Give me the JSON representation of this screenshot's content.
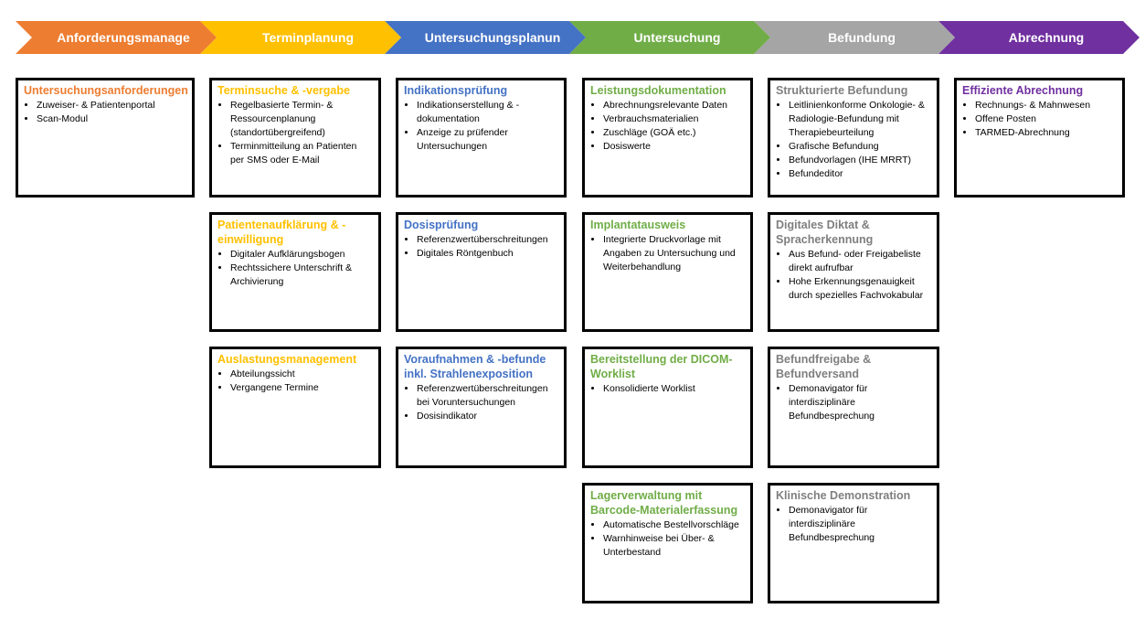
{
  "phases": [
    {
      "label": "Anforderungsmanage",
      "color": "#ED7D31",
      "title_color": "#ED7D31"
    },
    {
      "label": "Terminplanung",
      "color": "#FFC000",
      "title_color": "#FFC000"
    },
    {
      "label": "Untersuchungsplanun",
      "color": "#4472C4",
      "title_color": "#4472C4"
    },
    {
      "label": "Untersuchung",
      "color": "#70AD47",
      "title_color": "#70AD47"
    },
    {
      "label": "Befundung",
      "color": "#A5A5A5",
      "title_color": "#7F7F7F"
    },
    {
      "label": "Abrechnung",
      "color": "#7030A0",
      "title_color": "#7030A0"
    }
  ],
  "columns": [
    [
      {
        "title": "Untersuchungsanforderungen",
        "items": [
          "Zuweiser- & Patientenportal",
          "Scan-Modul"
        ]
      }
    ],
    [
      {
        "title": "Terminsuche & -vergabe",
        "items": [
          "Regelbasierte Termin- & Ressourcenplanung (standortübergreifend)",
          "Terminmitteilung an Patienten per SMS oder E-Mail"
        ]
      },
      {
        "title": "Patientenaufklärung & -einwilligung",
        "items": [
          "Digitaler Aufklärungsbogen",
          "Rechtssichere Unterschrift & Archivierung"
        ]
      },
      {
        "title": "Auslastungsmanagement",
        "items": [
          "Abteilungssicht",
          "Vergangene Termine"
        ]
      }
    ],
    [
      {
        "title": "Indikationsprüfung",
        "items": [
          "Indikationserstellung & -dokumentation",
          "Anzeige zu prüfender Untersuchungen"
        ]
      },
      {
        "title": "Dosisprüfung",
        "items": [
          "Referenzwertüberschreitungen",
          "Digitales Röntgenbuch"
        ]
      },
      {
        "title": "Voraufnahmen & -befunde inkl. Strahlenexposition",
        "items": [
          "Referenzwertüberschreitungen bei Voruntersuchungen",
          "Dosisindikator"
        ]
      }
    ],
    [
      {
        "title": "Leistungsdokumentation",
        "items": [
          "Abrechnungsrelevante Daten",
          "Verbrauchsmaterialien",
          "Zuschläge (GOÄ etc.)",
          "Dosiswerte"
        ]
      },
      {
        "title": "Implantatausweis",
        "items": [
          "Integrierte Druckvorlage mit Angaben zu Untersuchung und Weiterbehandlung"
        ]
      },
      {
        "title": "Bereitstellung der DICOM-Worklist",
        "items": [
          "Konsolidierte Worklist"
        ]
      },
      {
        "title": "Lagerverwaltung mit Barcode-Materialerfassung",
        "items": [
          "Automatische Bestellvorschläge",
          "Warnhinweise bei Über- & Unterbestand"
        ]
      }
    ],
    [
      {
        "title": "Strukturierte Befundung",
        "items": [
          "Leitlinienkonforme Onkologie- & Radiologie-Befundung mit Therapiebeurteilung",
          "Grafische Befundung",
          "Befundvorlagen (IHE MRRT)",
          "Befundeditor"
        ]
      },
      {
        "title": "Digitales Diktat & Spracherkennung",
        "items": [
          "Aus Befund- oder Freigabeliste direkt aufrufbar",
          "Hohe Erkennungsgenauigkeit durch spezielles Fachvokabular"
        ]
      },
      {
        "title": "Befundfreigabe & Befundversand",
        "items": [
          "Demonavigator für interdisziplinäre Befundbesprechung"
        ]
      },
      {
        "title": "Klinische Demonstration",
        "items": [
          "Demonavigator für interdisziplinäre Befundbesprechung"
        ]
      }
    ],
    [
      {
        "title": "Effiziente Abrechnung",
        "items": [
          "Rechnungs- & Mahnwesen",
          "Offene Posten",
          "TARMED-Abrechnung"
        ]
      }
    ]
  ]
}
